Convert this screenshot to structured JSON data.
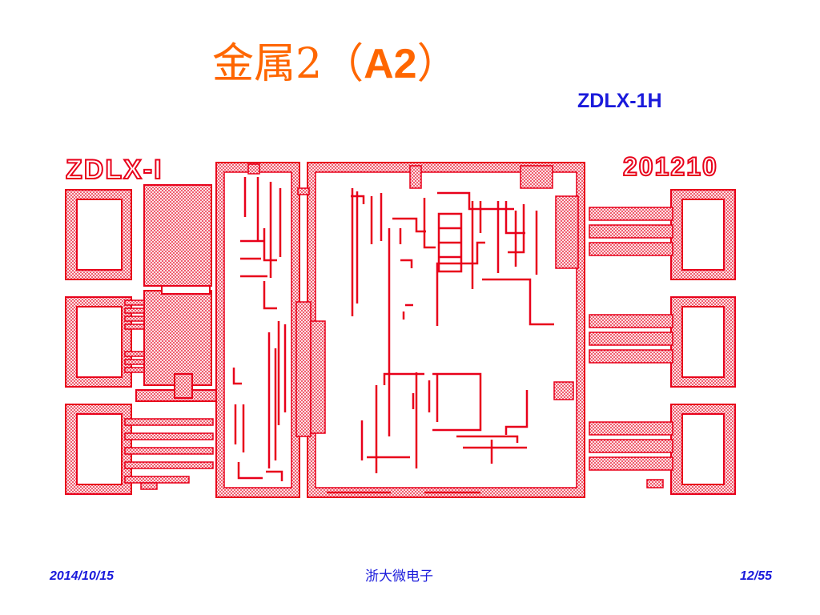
{
  "slide": {
    "title_cjk": "金属2（",
    "title_code": "A2",
    "title_close": "）",
    "chip_label": "ZDLX-1H"
  },
  "layout": {
    "caption_left": "ZDLX-I",
    "caption_right": "201210"
  },
  "footer": {
    "date": "2014/10/15",
    "organization": "浙大微电子",
    "page": "12/55"
  },
  "colors": {
    "title": "#ff6600",
    "label_blue": "#1a1adb",
    "metal": "#e8001a",
    "metal_fill": "#f7b7bf"
  }
}
